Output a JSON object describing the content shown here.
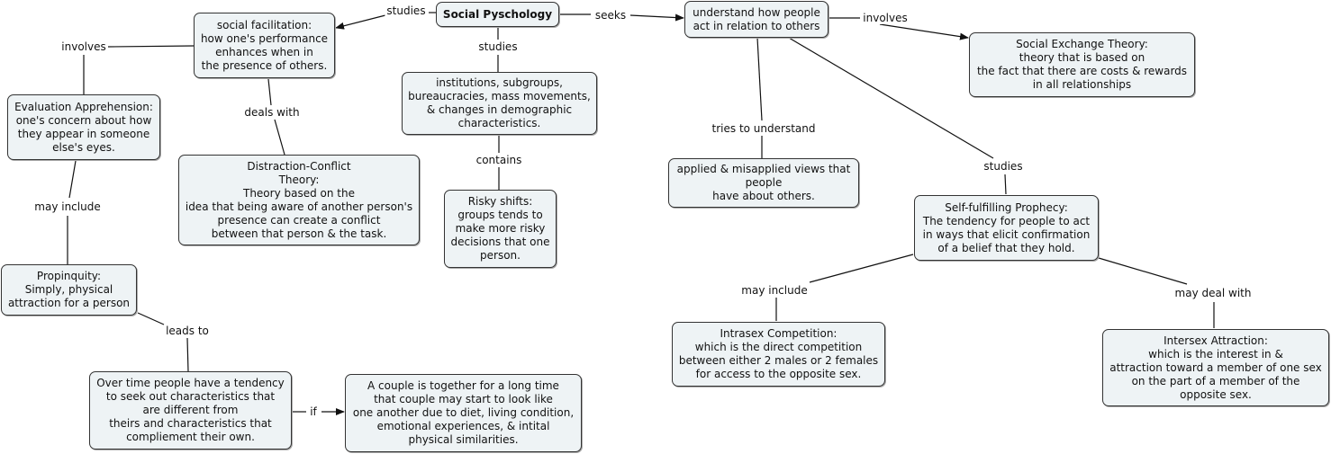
{
  "concept_map": {
    "nodes": {
      "root": [
        "Social Pyschology"
      ],
      "social_facilitation": [
        "social facilitation:",
        "how one's performance",
        "enhances when in",
        "the presence of others."
      ],
      "evaluation": [
        "Evaluation Apprehension:",
        "one's concern about how",
        "they appear in someone",
        "else's eyes."
      ],
      "distraction": [
        "Distraction-Conflict",
        "Theory:",
        "Theory based on the",
        "idea that being aware of another person's",
        "presence can create a conflict",
        "between that person & the task."
      ],
      "institutions": [
        "institutions, subgroups,",
        "bureaucracies, mass movements,",
        "& changes in demographic",
        "characteristics."
      ],
      "risky": [
        "Risky shifts:",
        "groups tends to",
        "make more risky",
        "decisions that one",
        "person."
      ],
      "propinquity": [
        "Propinquity:",
        "Simply, physical",
        "attraction for a person"
      ],
      "overtime": [
        "Over time people have a tendency",
        "to seek out characteristics that",
        "are different from",
        "theirs and characteristics that",
        "compliement their own."
      ],
      "couple": [
        "A couple is together for a long time",
        "that couple may start to look like",
        "one another due to diet, living condition,",
        "emotional experiences, &  intital",
        "physical similarities."
      ],
      "understand": [
        "understand how people",
        "act in relation to others"
      ],
      "exchange": [
        "Social Exchange Theory:",
        "theory that is based on",
        "the fact that there are costs & rewards",
        "in all relationships"
      ],
      "applied": [
        "applied & misapplied views that",
        "people",
        "have about others."
      ],
      "prophecy": [
        "Self-fulfilling Prophecy:",
        "The tendency for people to act",
        "in ways that elicit confirmation",
        "of a belief that they hold."
      ],
      "intrasex": [
        "Intrasex Competition:",
        "which is the direct competition",
        "between either 2 males or 2 females",
        "for access to the opposite sex."
      ],
      "intersex": [
        "Intersex Attraction:",
        "which is the interest in &",
        "attraction toward a member of one sex",
        "on the part of a member of the",
        "opposite sex."
      ]
    },
    "links": {
      "studies_left": "studies",
      "studies_down": "studies",
      "seeks": "seeks",
      "involves_left": "involves",
      "deals_with": "deals with",
      "may_include_left": "may include",
      "contains": "contains",
      "leads_to": "leads to",
      "if": "if",
      "involves_right": "involves",
      "tries_to_understand": "tries to understand",
      "studies_right": "studies",
      "may_include_right": "may include",
      "may_deal_with": "may deal with"
    }
  }
}
